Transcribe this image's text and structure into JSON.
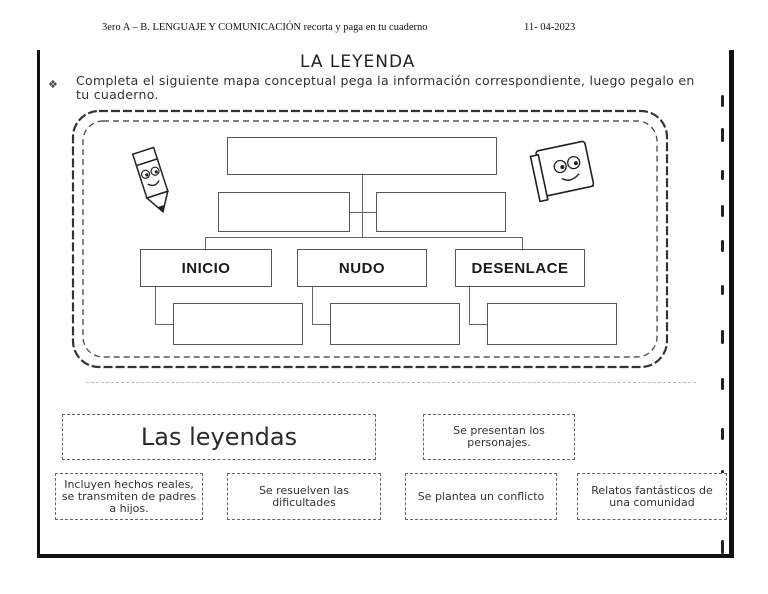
{
  "header": {
    "course": "3ero A – B.   LENGUAJE Y COMUNICACIÓN  recorta y paga en tu cuaderno",
    "date": "11- 04-2023"
  },
  "worksheet": {
    "title": "LA LEYENDA",
    "bullet": "❖",
    "instruction": "Completa el siguiente mapa conceptual pega la información correspondiente, luego pegalo en tu cuaderno."
  },
  "concept_map": {
    "labels": [
      "INICIO",
      "NUDO",
      "DESENLACE"
    ]
  },
  "cards": [
    "Las leyendas",
    "Se presentan los personajes.",
    "Incluyen hechos reales, se transmiten de padres a hijos.",
    "Se resuelven las dificultades",
    "Se plantea un conflicto",
    "Relatos fantásticos de una comunidad"
  ],
  "colors": {
    "ink": "#111111",
    "line": "#555555",
    "paper": "#ffffff"
  }
}
